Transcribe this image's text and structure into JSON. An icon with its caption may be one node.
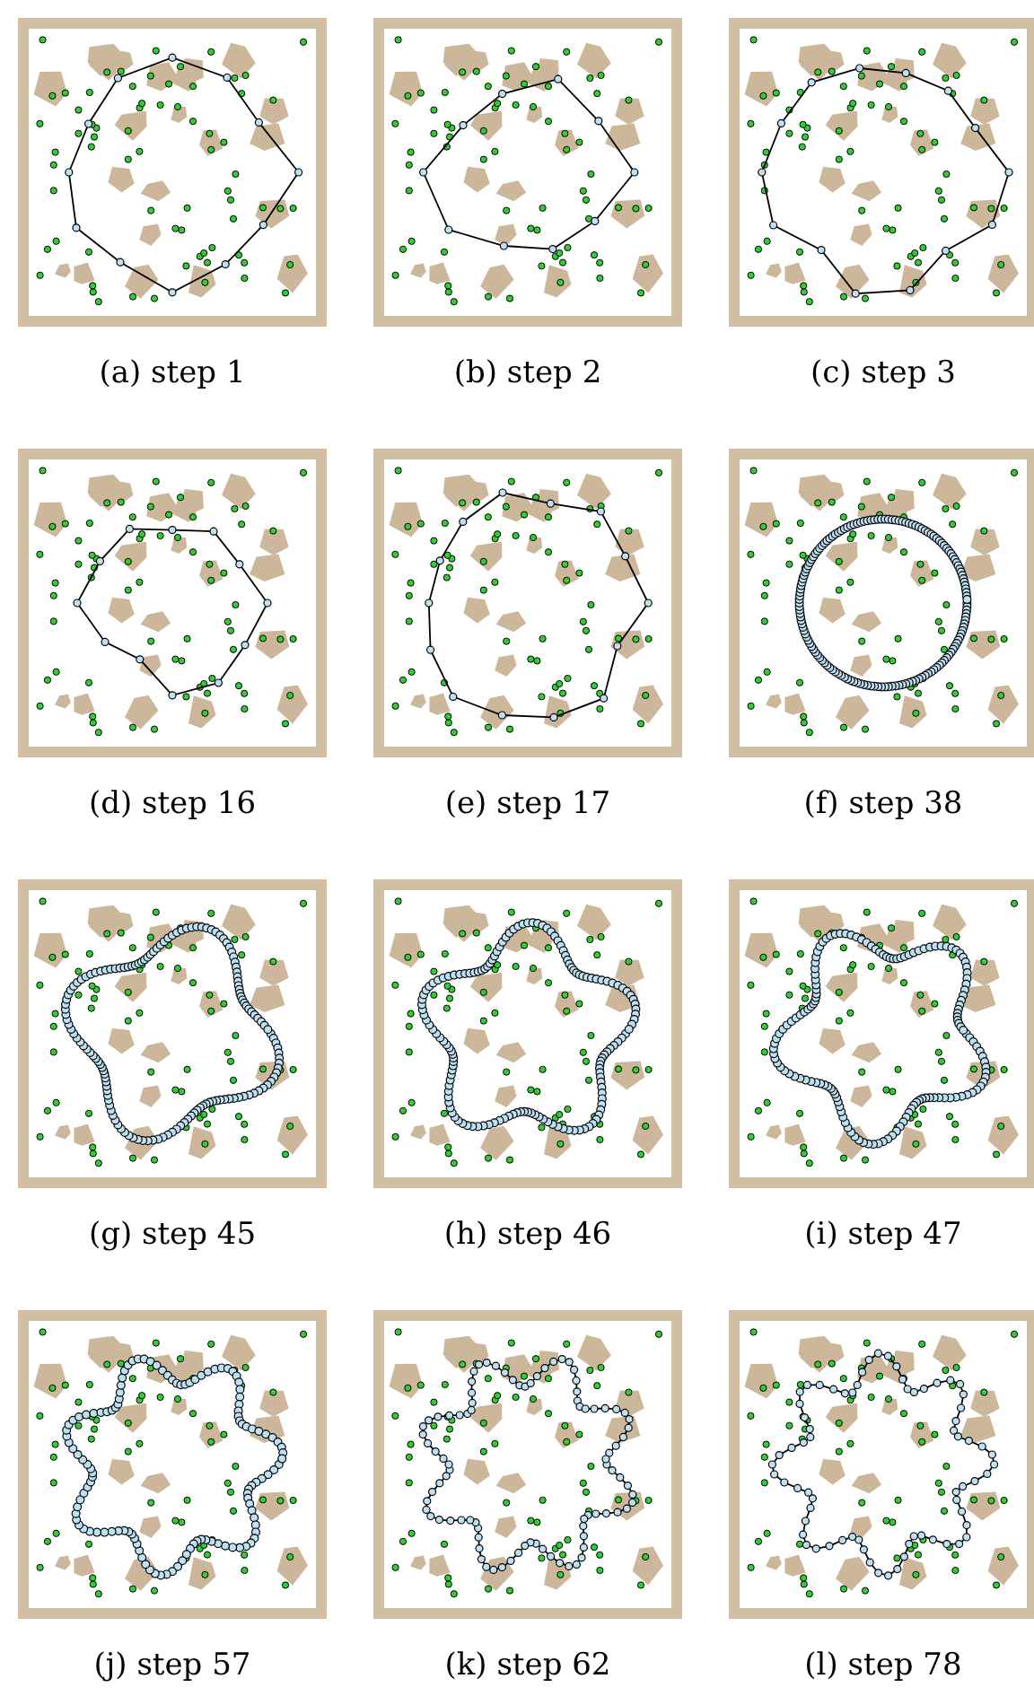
{
  "diagram": {
    "labels": [
      "(a) step 1",
      "(b) step 2",
      "(c) step 3",
      "(d) step 16",
      "(e) step 17",
      "(f) step 38",
      "(g) step 45",
      "(h) step 46",
      "(i) step 47",
      "(j) step 57",
      "(k) step 62",
      "(l) step 78"
    ]
  }
}
